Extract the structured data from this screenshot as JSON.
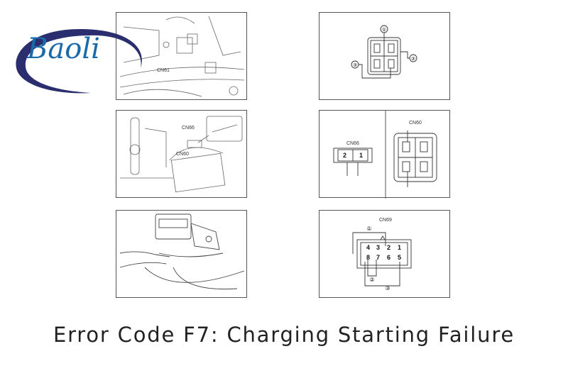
{
  "logo": {
    "text": "Baoli",
    "colors": {
      "text": "#1a6aaa",
      "swoosh": "#2a2e6e"
    }
  },
  "panels": {
    "cn61_photo": {
      "label": "CN61"
    },
    "cn66_cn60_photo": {
      "labels": [
        "CN66",
        "CN60"
      ]
    },
    "meter_photo": {},
    "cn61_pinout": {
      "callouts": [
        "①",
        "②",
        "③"
      ]
    },
    "cn66_pinout": {
      "label": "CN66",
      "pins": [
        "2",
        "1"
      ]
    },
    "cn60_pinout": {
      "label": "CN60"
    },
    "cn69_pinout": {
      "label": "CN69",
      "pins_top": [
        "4",
        "3",
        "2",
        "1"
      ],
      "pins_bottom": [
        "8",
        "7",
        "6",
        "5"
      ],
      "callouts": [
        "①",
        "②",
        "③"
      ]
    }
  },
  "title": "Error Code F7: Charging Starting Failure"
}
